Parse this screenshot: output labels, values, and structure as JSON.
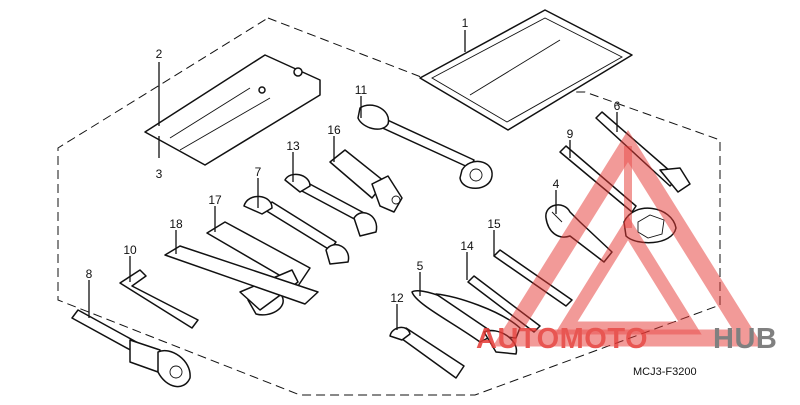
{
  "diagram": {
    "callouts": [
      {
        "id": "1",
        "label": "1"
      },
      {
        "id": "2",
        "label": "2"
      },
      {
        "id": "3",
        "label": "3"
      },
      {
        "id": "4",
        "label": "4"
      },
      {
        "id": "5",
        "label": "5"
      },
      {
        "id": "6",
        "label": "6"
      },
      {
        "id": "7",
        "label": "7"
      },
      {
        "id": "8",
        "label": "8"
      },
      {
        "id": "9",
        "label": "9"
      },
      {
        "id": "10",
        "label": "10"
      },
      {
        "id": "11",
        "label": "11"
      },
      {
        "id": "12",
        "label": "12"
      },
      {
        "id": "13",
        "label": "13"
      },
      {
        "id": "14",
        "label": "14"
      },
      {
        "id": "15",
        "label": "15"
      },
      {
        "id": "16",
        "label": "16"
      },
      {
        "id": "17",
        "label": "17"
      },
      {
        "id": "18",
        "label": "18"
      }
    ],
    "drawing_code": "MCJ3-F3200"
  },
  "watermark": {
    "part1": "AUTOMOTO",
    "part2": "HUB",
    "color_red": "#e53935",
    "color_gray": "#6b6b6b"
  }
}
